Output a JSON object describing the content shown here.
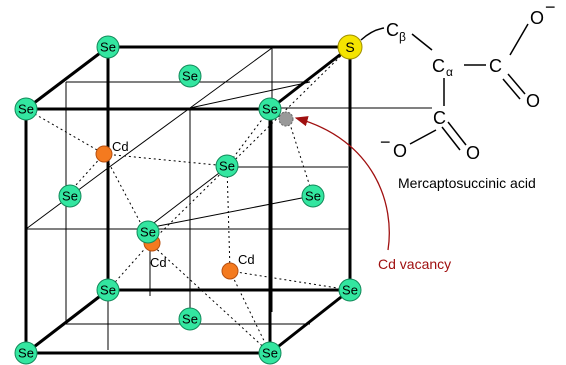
{
  "atoms": {
    "selenium_label": "Se",
    "cadmium_label": "Cd",
    "sulfur_label": "S"
  },
  "molecule": {
    "c_beta": "C",
    "c_beta_sub": "β",
    "c_alpha": "C",
    "c_alpha_sub": "α",
    "c_right": "C",
    "c_bottom": "C",
    "o_top_right": "O",
    "o_right": "O",
    "o_bottom_left": "O",
    "o_bottom_right": "O",
    "minus": "−",
    "name": "Mercaptosuccinic acid"
  },
  "annotations": {
    "vacancy": "Cd vacancy"
  },
  "colors": {
    "selenium_fill": "#33e6a0",
    "cadmium_fill": "#f47a1f",
    "sulfur_fill": "#f5e400",
    "vacancy_fill": "#999999",
    "vacancy_text": "#a01010"
  }
}
